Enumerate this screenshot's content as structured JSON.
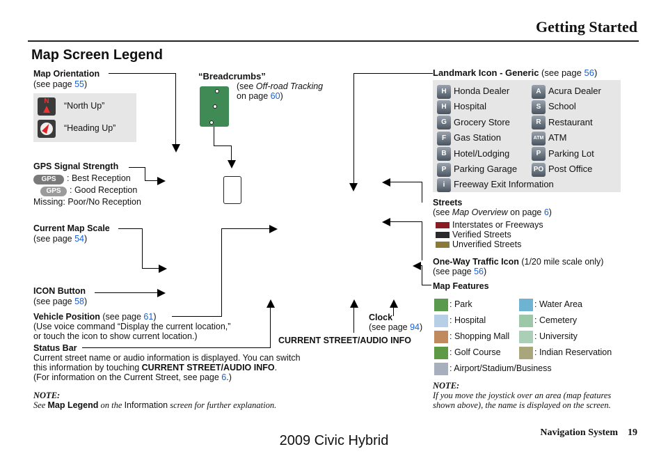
{
  "header": {
    "title": "Getting Started",
    "page_label": "Navigation System",
    "page_number": "19"
  },
  "legend_title": "Map Screen Legend",
  "map_orientation": {
    "label": "Map Orientation",
    "see": "(see page ",
    "page": "55",
    "close": ")",
    "north_up": "“North Up”",
    "heading_up": "“Heading Up”"
  },
  "breadcrumbs": {
    "label": "“Breadcrumbs”",
    "see": "(see ",
    "ref": "Off-road Tracking",
    "on_page": "on page ",
    "page": "60",
    "close": ")"
  },
  "gps": {
    "label": "GPS Signal Strength",
    "best": ": Best Reception",
    "good": ": Good Reception",
    "missing": "Missing: Poor/No Reception",
    "icon_text": "GPS"
  },
  "scale": {
    "label": "Current Map Scale",
    "see": "(see page ",
    "page": "54",
    "close": ")"
  },
  "icon_button": {
    "label": "ICON Button",
    "see": "(see page ",
    "page": "58",
    "close": ")"
  },
  "vehicle": {
    "label": "Vehicle Position",
    "see": " (see page ",
    "page": "61",
    "close": ")",
    "line2": "(Use voice command “Display the current location,”",
    "line3": "or touch the icon to show current location.)"
  },
  "status_bar": {
    "label": "Status Bar",
    "line1": "Current street name or audio information is displayed. You can switch",
    "line2a": "this information by touching ",
    "line2b": "CURRENT STREET/AUDIO INFO",
    "line2c": ".",
    "line3a": "(For information on the Current Street, see page ",
    "page": "6",
    "line3b": ".)"
  },
  "note_left": {
    "label": "NOTE:",
    "see": "See ",
    "bold": "Map Legend",
    "mid": " on the ",
    "info": "Information",
    "rest": " screen for further explanation."
  },
  "current_street": "CURRENT STREET/AUDIO INFO",
  "clock": {
    "label": "Clock",
    "see": "(see page ",
    "page": "94",
    "close": ")"
  },
  "landmark": {
    "label": "Landmark Icon - Generic",
    "see": " (see page ",
    "page": "56",
    "close": ")",
    "left": [
      "Honda Dealer",
      "Hospital",
      "Grocery Store",
      "Gas Station",
      "Hotel/Lodging",
      "Parking Garage",
      "Freeway Exit Information"
    ],
    "right": [
      "Acura Dealer",
      "School",
      "Restaurant",
      "ATM",
      "Parking Lot",
      "Post Office"
    ],
    "left_icons": [
      "H",
      "H",
      "G",
      "F",
      "B",
      "P",
      "i"
    ],
    "right_icons": [
      "A",
      "S",
      "R",
      "ATM",
      "P",
      "PO"
    ]
  },
  "streets": {
    "label": "Streets",
    "see": "(see ",
    "ref": "Map Overview",
    "on_page": " on page ",
    "page": "6",
    "close": ")",
    "items": [
      "Interstates or Freeways",
      "Verified Streets",
      "Unverified Streets"
    ],
    "colors": [
      "#8b1c22",
      "#2a2a2a",
      "#8a7a3a"
    ]
  },
  "oneway": {
    "label": "One-Way Traffic Icon",
    "note": " (1/20 mile scale only)",
    "see": "(see page ",
    "page": "56",
    "close": ")"
  },
  "map_features": {
    "label": "Map Features",
    "left": [
      ": Park",
      ": Hospital",
      ": Shopping Mall",
      ": Golf Course",
      ": Airport/Stadium/Business"
    ],
    "right": [
      ": Water Area",
      ": Cemetery",
      ": University",
      ": Indian Reservation"
    ],
    "left_colors": [
      "#5a9a4e",
      "#b7cfe6",
      "#c08a5e",
      "#5e9a46",
      "#a7aebc"
    ],
    "right_colors": [
      "#6fb3d2",
      "#9cc8a8",
      "#a9d0b7",
      "#a8a67a"
    ]
  },
  "note_right": {
    "label": "NOTE:",
    "line1": "If you move the joystick over an area (map features",
    "line2": "shown above), the name is displayed on the screen."
  },
  "footer": "2009  Civic  Hybrid"
}
